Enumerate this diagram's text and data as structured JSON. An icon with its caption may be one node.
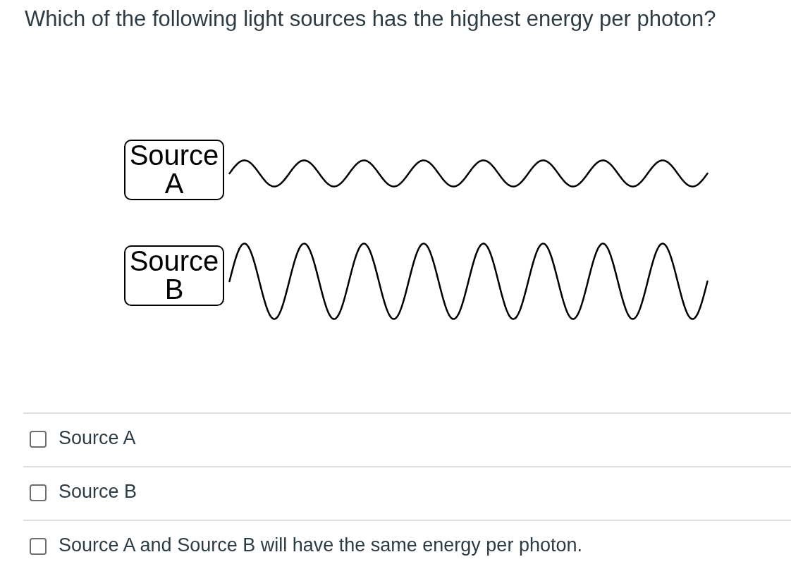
{
  "diagram": {
    "title": "Which of the following light sources has the highest energy per photon?",
    "nodes": [
      {
        "text": [
          "Source A"
        ]
      },
      {
        "text": [
          "Source B"
        ]
      }
    ],
    "labels": [
      "Source A",
      "Source B",
      "Source A and Source B will have the same energy per photon."
    ]
  }
}
